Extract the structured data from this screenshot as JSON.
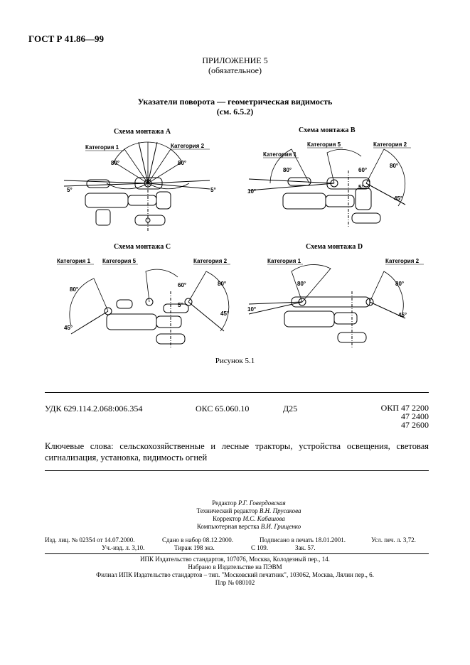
{
  "header": "ГОСТ Р 41.86—99",
  "appendix": {
    "title": "ПРИЛОЖЕНИЕ 5",
    "note": "(обязательное)"
  },
  "figure": {
    "title_line1": "Указатели поворота — геометрическая видимость",
    "title_line2": "(см. 6.5.2)",
    "caption": "Рисунок 5.1",
    "schemes": {
      "a": {
        "title": "Схема монтажа А",
        "cat1": "Категория 1",
        "cat2": "Категория 2",
        "ang1": "80°",
        "ang2": "80°",
        "ang3": "5°",
        "ang4": "5°"
      },
      "b": {
        "title": "Схема монтажа В",
        "cat1": "Категория 1",
        "cat5": "Категория 5",
        "cat2": "Категория 2",
        "ang1": "80°",
        "ang2": "60°",
        "ang3": "80°",
        "ang4": "10°",
        "ang5": "5°",
        "ang6": "45°"
      },
      "c": {
        "title": "Схема монтажа С",
        "cat1": "Категория 1",
        "cat5": "Категория 5",
        "cat2": "Категория 2",
        "ang1": "80°",
        "ang2": "60°",
        "ang3": "80°",
        "ang4": "45°",
        "ang5": "5°",
        "ang6": "45°"
      },
      "d": {
        "title": "Схема монтажа D",
        "cat1": "Категория 1",
        "cat2": "Категория 2",
        "ang1": "80°",
        "ang2": "80°",
        "ang3": "10°",
        "ang4": "45°"
      }
    }
  },
  "classification": {
    "udk": "УДК 629.114.2.068:006.354",
    "oks": "ОКС 65.060.10",
    "d": "Д25",
    "okp": [
      "ОКП 47 2200",
      "47 2400",
      "47 2600"
    ]
  },
  "keywords": "Ключевые слова: сельскохозяйственные и лесные тракторы, устройства освещения, световая сигнализация, установка, видимость огней",
  "staff": [
    {
      "role": "Редактор",
      "name": "Р.Г. Говердовская"
    },
    {
      "role": "Технический редактор",
      "name": "В.Н. Прусакова"
    },
    {
      "role": "Корректор",
      "name": "М.С. Кабашова"
    },
    {
      "role": "Компьютерная верстка",
      "name": "В.И. Грищенко"
    }
  ],
  "imprint": {
    "license": "Изд. лиц. № 02354 от 14.07.2000.",
    "sent": "Сдано в набор 08.12.2000.",
    "signed": "Подписано в печать 18.01.2001.",
    "print_sheets": "Усл. печ. л. 3,72.",
    "pub_sheets": "Уч.-изд. л. 3,10.",
    "run": "Тираж 198 экз.",
    "c": "С 109.",
    "order": "Зак. 57."
  },
  "publisher": {
    "line1": "ИПК Издательство стандартов, 107076, Москва, Колодезный пер., 14.",
    "line2": "Набрано в Издательстве на ПЭВМ",
    "line3": "Филиал ИПК Издательство стандартов – тип. \"Московский печатник\", 103062, Москва, Лялин пер., 6.",
    "line4": "Плр № 080102"
  }
}
